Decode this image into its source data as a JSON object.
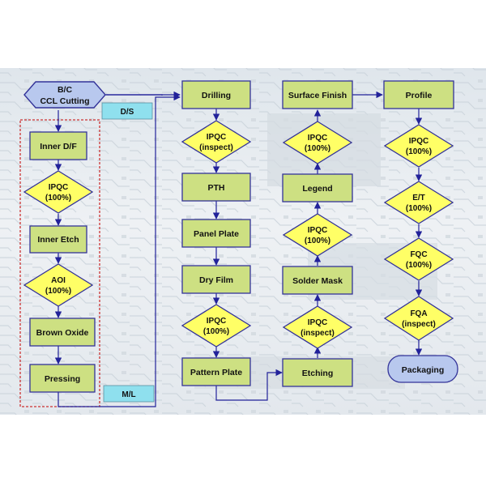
{
  "flowchart": {
    "nodes": {
      "bc_ccl_cutting": [
        "B/C",
        "CCL Cutting"
      ],
      "inner_df": [
        "Inner D/F"
      ],
      "ipqc_100_a": [
        "IPQC",
        "(100%)"
      ],
      "inner_etch": [
        "Inner Etch"
      ],
      "aoi_100": [
        "AOI",
        "(100%)"
      ],
      "brown_oxide": [
        "Brown Oxide"
      ],
      "pressing": [
        "Pressing"
      ],
      "drilling": [
        "Drilling"
      ],
      "ipqc_inspect_a": [
        "IPQC",
        "(inspect)"
      ],
      "pth": [
        "PTH"
      ],
      "panel_plate": [
        "Panel Plate"
      ],
      "dry_film": [
        "Dry Film"
      ],
      "ipqc_100_b": [
        "IPQC",
        "(100%)"
      ],
      "pattern_plate": [
        "Pattern Plate"
      ],
      "etching": [
        "Etching"
      ],
      "ipqc_inspect_b": [
        "IPQC",
        "(inspect)"
      ],
      "solder_mask": [
        "Solder Mask"
      ],
      "ipqc_100_c": [
        "IPQC",
        "(100%)"
      ],
      "legend": [
        "Legend"
      ],
      "ipqc_100_d": [
        "IPQC",
        "(100%)"
      ],
      "surface_finish": [
        "Surface Finish"
      ],
      "profile": [
        "Profile"
      ],
      "ipqc_100_e": [
        "IPQC",
        "(100%)"
      ],
      "et_100": [
        "E/T",
        "(100%)"
      ],
      "fqc_100": [
        "FQC",
        "(100%)"
      ],
      "fqa_inspect": [
        "FQA",
        "(inspect)"
      ],
      "packaging": [
        "Packaging"
      ]
    },
    "tags": {
      "ds": "D/S",
      "ml": "M/L"
    }
  },
  "colors": {
    "process_box": "#cde082",
    "decision": "#ffff66",
    "start_node": "#b8c8ee",
    "end_node": "#b8c8ee",
    "tag": "#8fe0ee",
    "arrow": "#22229a",
    "border": "#333399",
    "ml_boundary": "#cc3333"
  }
}
